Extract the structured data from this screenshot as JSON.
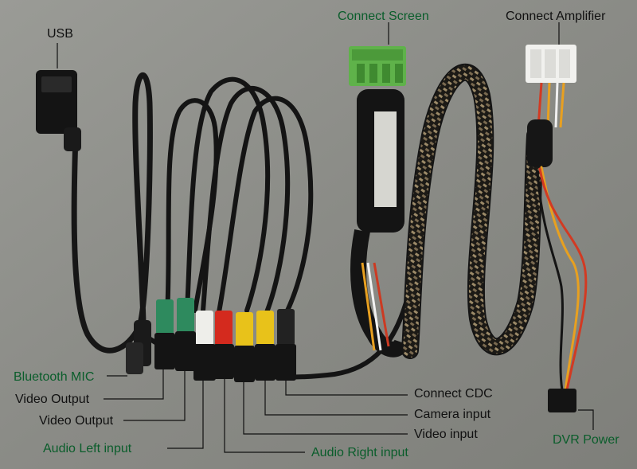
{
  "labels": {
    "usb": "USB",
    "connect_screen": "Connect Screen",
    "connect_amplifier": "Connect Amplifier",
    "bluetooth_mic": "Bluetooth MIC",
    "video_output_1": "Video Output",
    "video_output_2": "Video Output",
    "audio_left_input": "Audio Left input",
    "audio_right_input": "Audio Right input",
    "video_input": "Video input",
    "camera_input": "Camera input",
    "connect_cdc": "Connect CDC",
    "dvr_power": "DVR Power"
  },
  "label_color": "#0a5d2b",
  "background_color": "#8c8d88"
}
